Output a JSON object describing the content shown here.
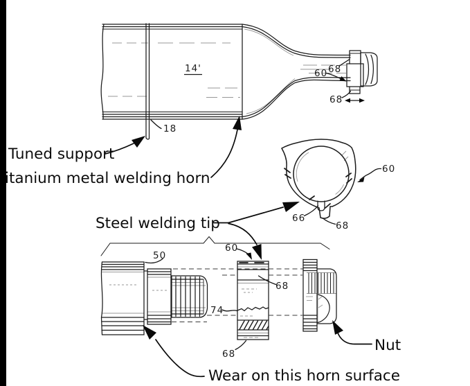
{
  "figure": {
    "labels": {
      "tuned_support": "Tuned support",
      "welding_horn": "itanium metal welding horn",
      "steel_welding_tip": "Steel welding tip",
      "nut": "Nut",
      "wear": "Wear on this horn surface"
    },
    "refs": {
      "horn_length": "14'",
      "support_rod": "18",
      "top_60": "60",
      "top_68_upper": "68",
      "top_68_lower": "68",
      "ring_60": "60",
      "ring_66": "66",
      "ring_68": "68",
      "bottom_50": "50",
      "bottom_60": "60",
      "bottom_68_right": "68",
      "bottom_74": "74",
      "bottom_68_lower": "68"
    },
    "colors": {
      "ink": "#1b1b1b",
      "faint_ink": "#8f8f8f",
      "paper": "#ffffff",
      "edge_bar": "#000000"
    }
  }
}
